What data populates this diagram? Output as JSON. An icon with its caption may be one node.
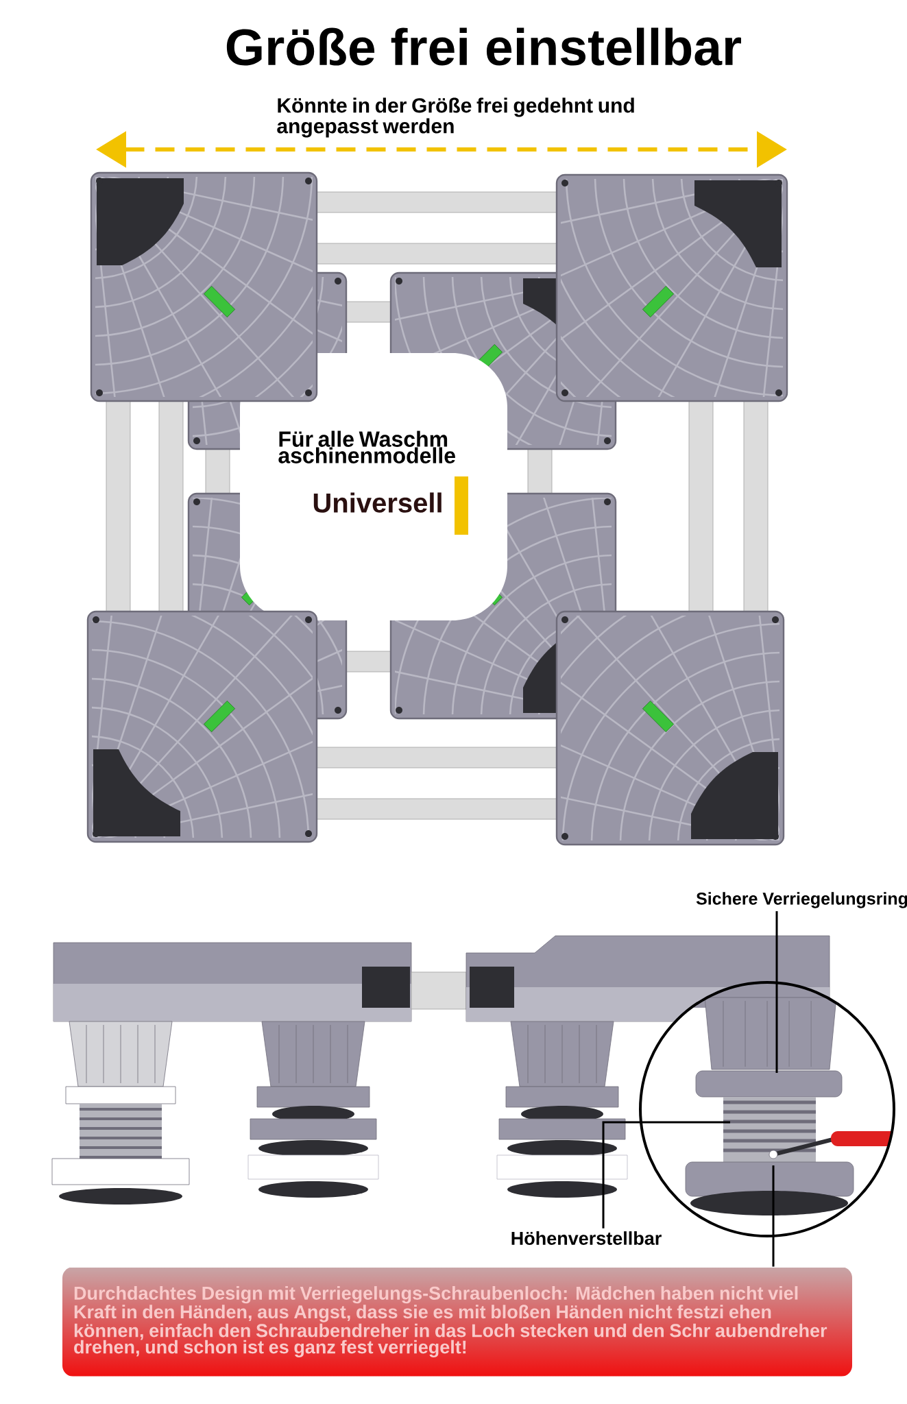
{
  "diagram": {
    "title": "Größe frei einstellbar",
    "nodes": [
      {
        "text": [
          "Sichere Verriegelungsring"
        ]
      },
      {
        "text": [
          "Höhenverstellbar"
        ]
      },
      {
        "text": [
          "Durchdachtes Design mit Verriegelungs-Schraubenloch: Mädchen haben nicht viel Kraft in den Händen, aus Angst, dass sie es mit bloßen Händen nicht festzi ehen können, einfach den Schraubendreher in das Loch stecken und den Schr aubendreher drehen, und schon ist es ganz fest verriegelt!"
        ]
      }
    ],
    "edges": [
      {
        "from": 0,
        "to": null,
        "arrow": "none"
      },
      {
        "from": 1,
        "to": null,
        "arrow": "none"
      },
      {
        "from": 2,
        "to": null,
        "arrow": "none"
      }
    ],
    "labels": [
      "Könnte in der Größe frei gedehnt und angepasst werden",
      "Für alle Waschm aschinenmodelle",
      "Universell"
    ]
  }
}
